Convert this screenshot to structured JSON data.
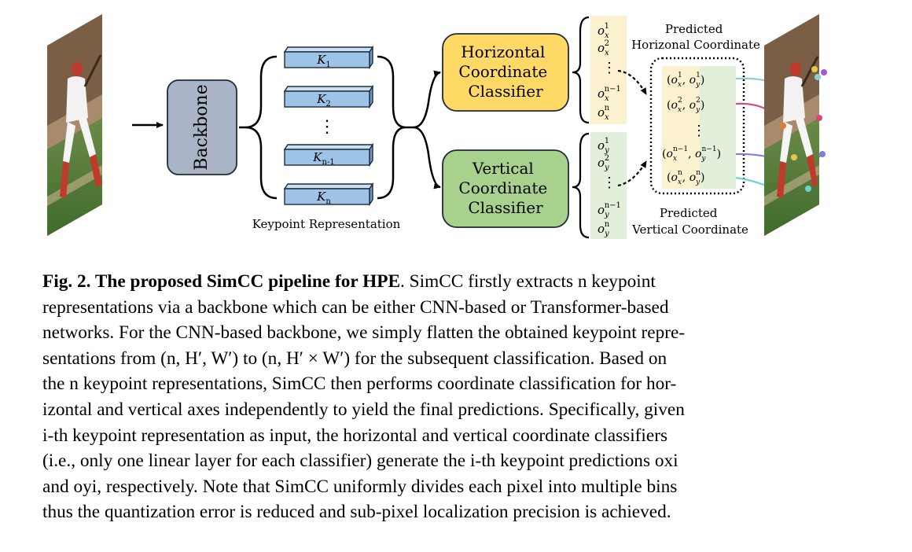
{
  "figure": {
    "backbone_label": "Backbone",
    "keypoints": {
      "items": [
        {
          "base": "K",
          "sub": "1"
        },
        {
          "base": "K",
          "sub": "2"
        },
        {
          "base": "K",
          "sub": "n-1"
        },
        {
          "base": "K",
          "sub": "n"
        }
      ],
      "ellipsis": "⋮",
      "caption": "Keypoint Representation"
    },
    "horizontal_classifier": {
      "line1": "Horizontal",
      "line2": "Coordinate",
      "line3": "Classifier"
    },
    "vertical_classifier": {
      "line1": "Vertical",
      "line2": "Coordinate",
      "line3": "Classifier"
    },
    "x_outputs": [
      {
        "base": "o",
        "sub": "x",
        "sup": "1"
      },
      {
        "base": "o",
        "sub": "x",
        "sup": "2"
      },
      {
        "base": "o",
        "sub": "x",
        "sup": "n−1"
      },
      {
        "base": "o",
        "sub": "x",
        "sup": "n"
      }
    ],
    "y_outputs": [
      {
        "base": "o",
        "sub": "y",
        "sup": "1"
      },
      {
        "base": "o",
        "sub": "y",
        "sup": "2"
      },
      {
        "base": "o",
        "sub": "y",
        "sup": "n−1"
      },
      {
        "base": "o",
        "sub": "y",
        "sup": "n"
      }
    ],
    "pairs": [
      {
        "sup": "1"
      },
      {
        "sup": "2"
      },
      {
        "sup": "n−1"
      },
      {
        "sup": "n"
      }
    ],
    "predicted_horizontal": {
      "line1": "Predicted",
      "line2": "Horizonal Coordinate"
    },
    "predicted_vertical": {
      "line1": "Predicted",
      "line2": "Vertical Coordinate"
    },
    "colors": {
      "backbone": "#a9b4c7",
      "keypoint_block": "#9dc3e6",
      "horizontal": "#ffd966",
      "vertical": "#a9d18e",
      "x_column": "#fdf2d0",
      "y_column": "#e2efda"
    }
  },
  "caption": {
    "lead": "Fig. 2. The proposed SimCC pipeline for HPE",
    "lines": [
      ". SimCC firstly extracts n keypoint",
      "representations via a backbone which can be either CNN-based or Transformer-based",
      "networks. For the CNN-based backbone, we simply flatten the obtained keypoint repre-",
      "sentations from (n, H′, W′) to (n, H′ × W′) for the subsequent classification. Based on",
      "the n keypoint representations, SimCC then performs coordinate classification for hor-",
      "izontal and vertical axes independently to yield the final predictions. Specifically, given",
      "i-th keypoint representation as input, the horizontal and vertical coordinate classifiers",
      "(i.e., only one linear layer for each classifier) generate the i-th keypoint predictions oxi",
      "and oyi, respectively. Note that SimCC uniformly divides each pixel into multiple bins",
      "thus the quantization error is reduced and sub-pixel localization precision is achieved."
    ]
  }
}
